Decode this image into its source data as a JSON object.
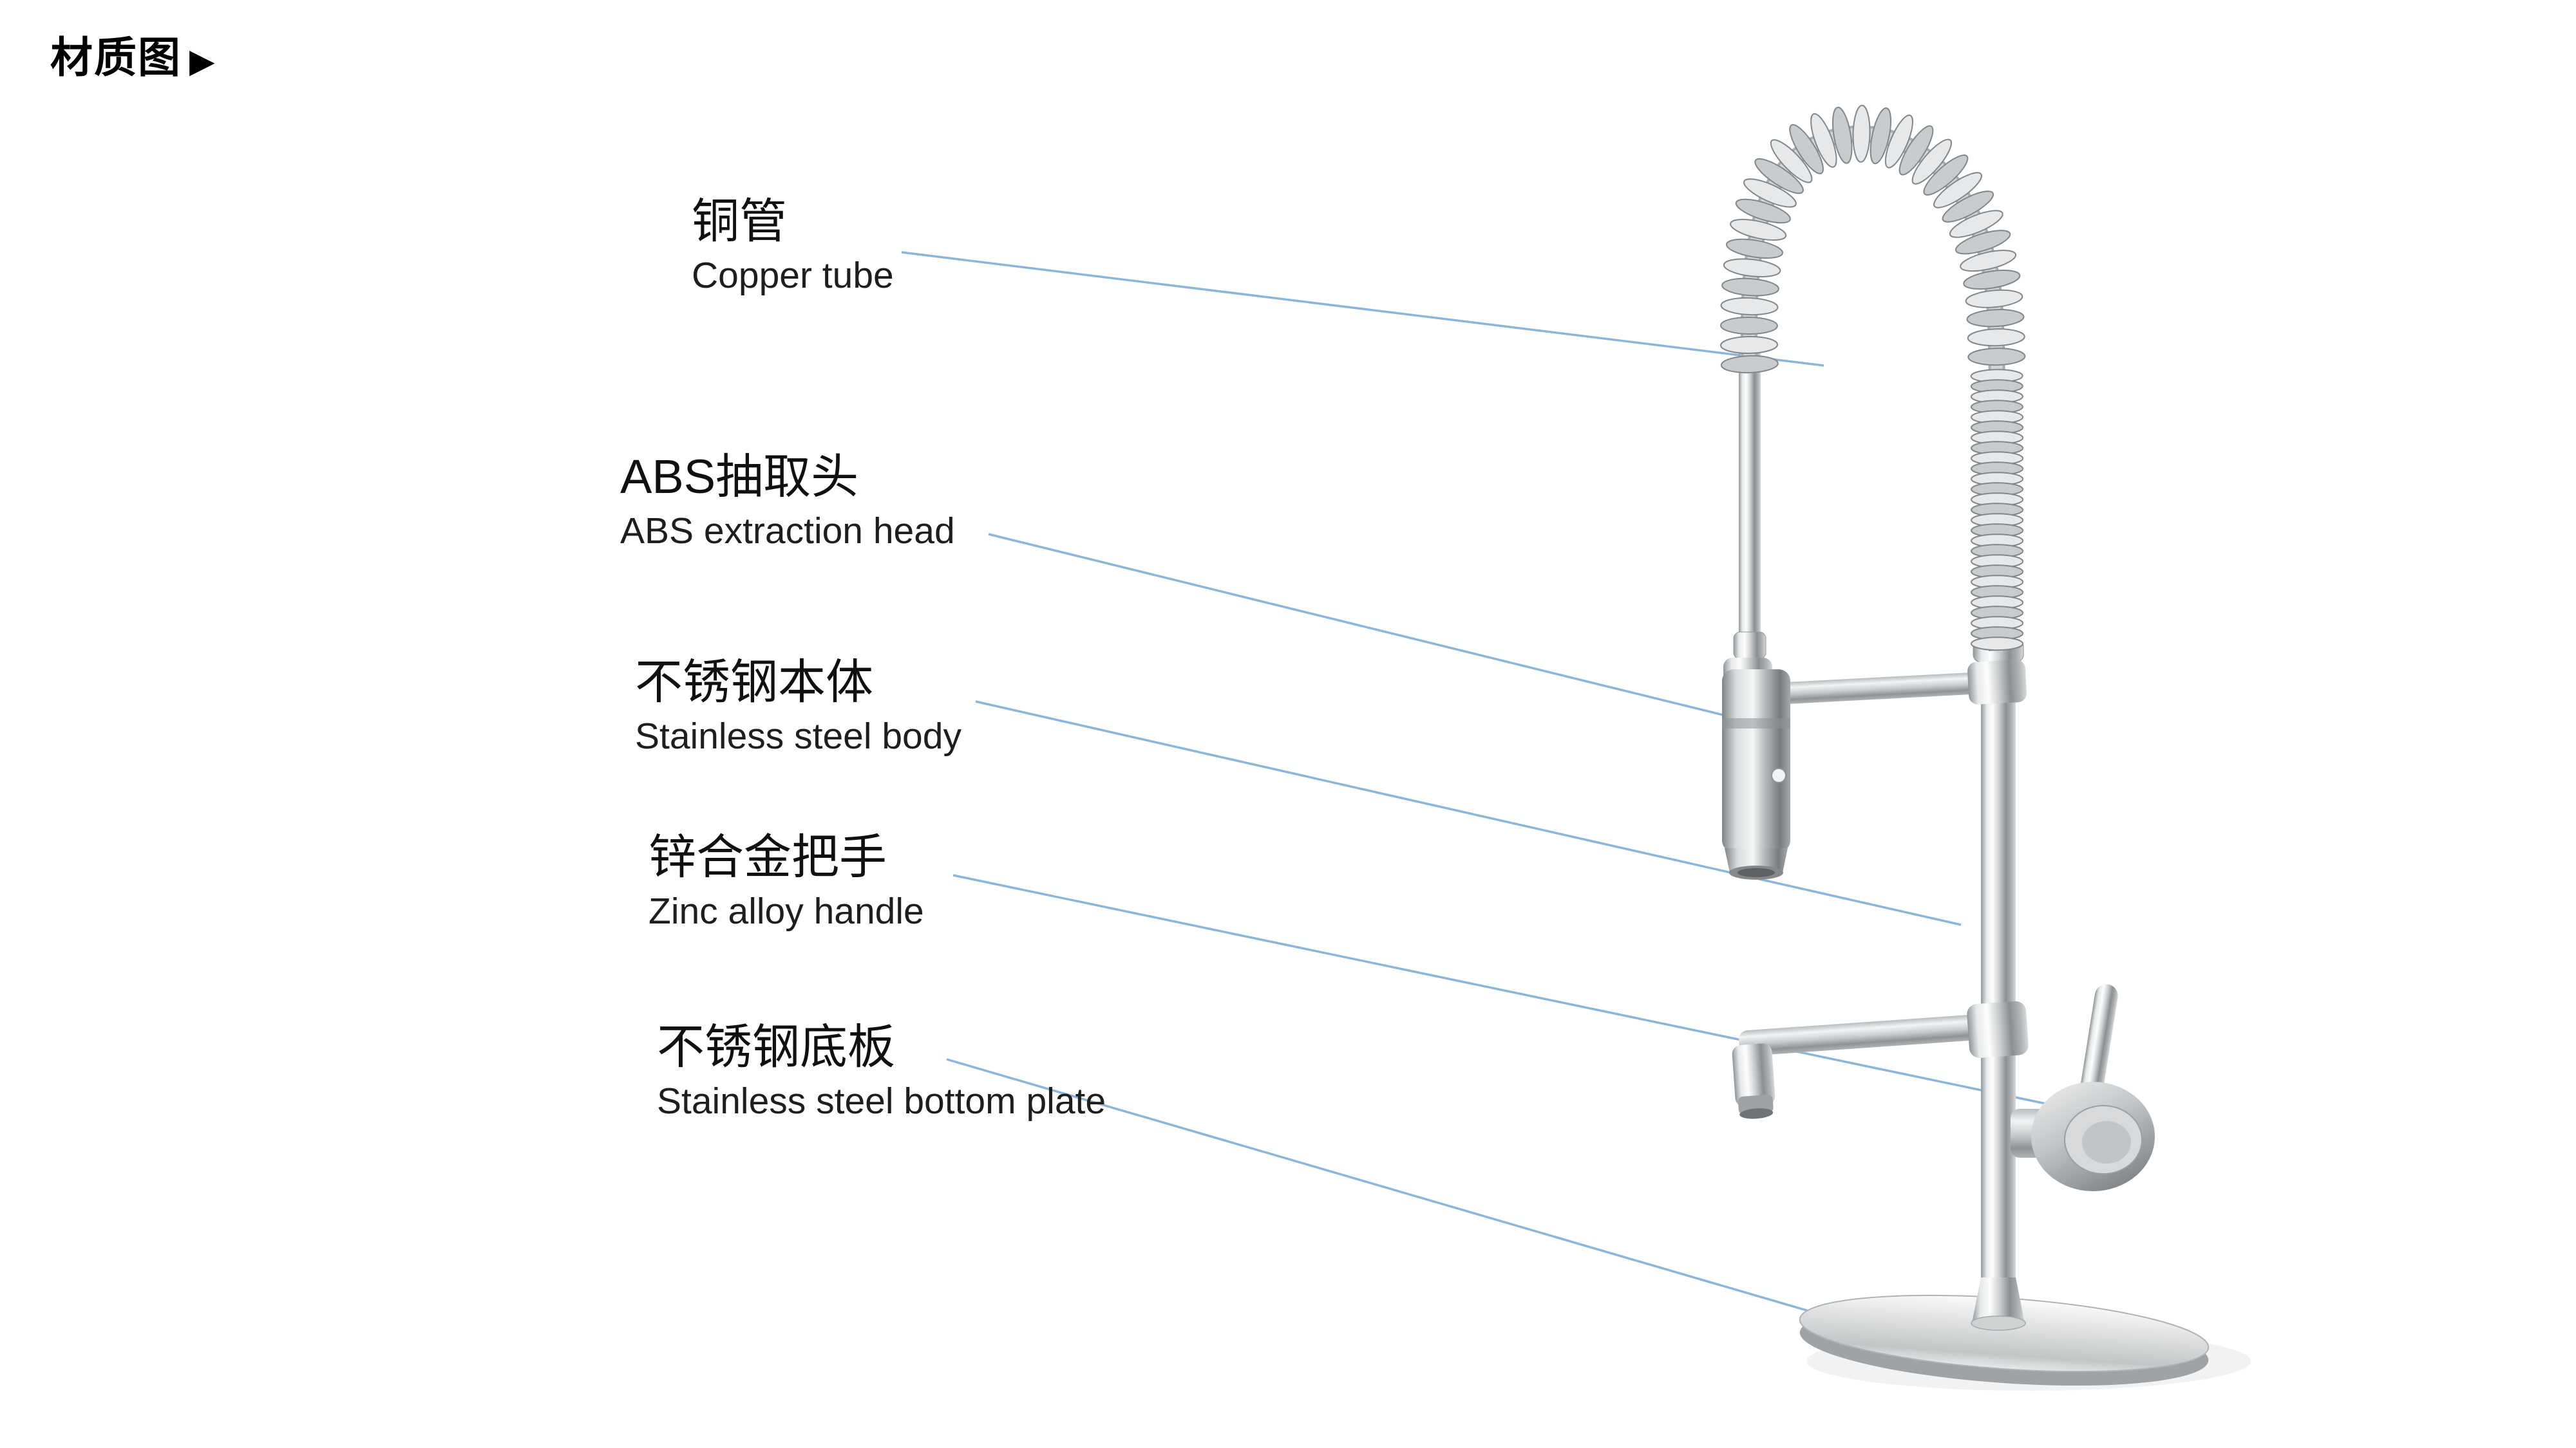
{
  "page": {
    "title": "材质图",
    "title_arrow": "▶",
    "background": "#ffffff"
  },
  "diagram": {
    "line_color": "#7fafd6",
    "labels": [
      {
        "id": "copper-tube",
        "zh": "铜管",
        "en": "Copper tube"
      },
      {
        "id": "abs-extraction-head",
        "zh": "ABS抽取头",
        "en": "ABS extraction head"
      },
      {
        "id": "stainless-steel-body",
        "zh": "不锈钢本体",
        "en": "Stainless steel body"
      },
      {
        "id": "zinc-alloy-handle",
        "zh": "锌合金把手",
        "en": "Zinc alloy handle"
      },
      {
        "id": "stainless-steel-bottom-plate",
        "zh": "不锈钢底板",
        "en": "Stainless steel bottom plate"
      }
    ]
  }
}
